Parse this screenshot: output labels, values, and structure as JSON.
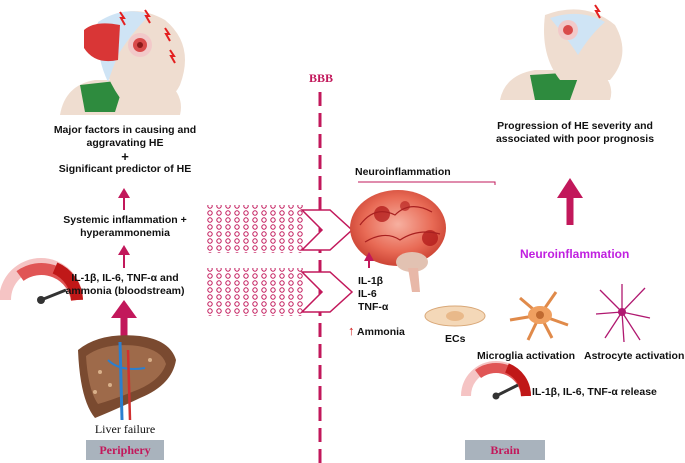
{
  "bbb_label": "BBB",
  "periphery": {
    "factors_line1": "Major factors in causing and",
    "factors_line2": "aggravating HE",
    "plus": "+",
    "predictor": "Significant predictor of HE",
    "systemic_line1": "Systemic inflammation +",
    "systemic_line2": "hyperammonemia",
    "markers_line1": "IL-1β, IL-6, TNF-α and",
    "markers_line2": "ammonia (bloodstream)",
    "liver_caption": "Liver failure",
    "region_label": "Periphery"
  },
  "brain": {
    "progression_line1": "Progression of HE severity and",
    "progression_line2": "associated with poor prognosis",
    "neuroinflammation_top": "Neuroinflammation",
    "neuroinflammation_mid": "Neuroinflammation",
    "cytokines": [
      "IL-1β",
      "IL-6",
      "TNF-α"
    ],
    "ammonia_arrow": "↑",
    "ammonia": "Ammonia",
    "ecs": "ECs",
    "microglia": "Microglia activation",
    "astrocyte": "Astrocyte activation",
    "release": "IL-1β, IL-6, TNF-α release",
    "region_label": "Brain"
  },
  "colors": {
    "arrow": "#c2185b",
    "accent_purple": "#c020e0",
    "bbb_line": "#c2185b"
  }
}
